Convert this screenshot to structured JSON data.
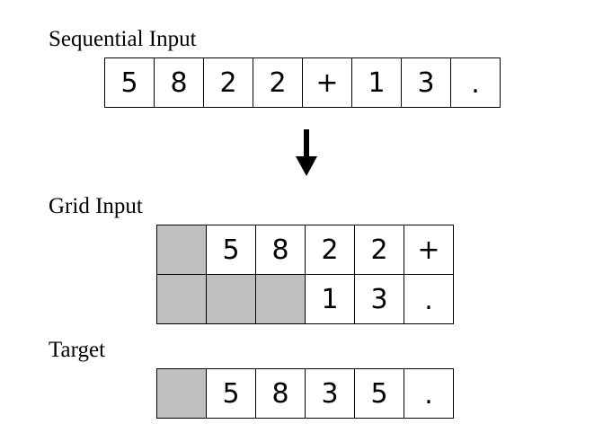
{
  "sequential": {
    "label": "Sequential Input",
    "cells": [
      "5",
      "8",
      "2",
      "2",
      "+",
      "1",
      "3",
      "."
    ]
  },
  "grid": {
    "label": "Grid Input",
    "rows": [
      [
        "",
        "5",
        "8",
        "2",
        "2",
        "+"
      ],
      [
        "",
        "",
        "",
        "1",
        "3",
        "."
      ]
    ]
  },
  "target": {
    "label": "Target",
    "cells": [
      "",
      "5",
      "8",
      "3",
      "5",
      "."
    ]
  },
  "colors": {
    "padding_cell": "#c0c0c0",
    "border": "#000000"
  },
  "icons": {
    "transform_arrow": "arrow-down-icon"
  }
}
